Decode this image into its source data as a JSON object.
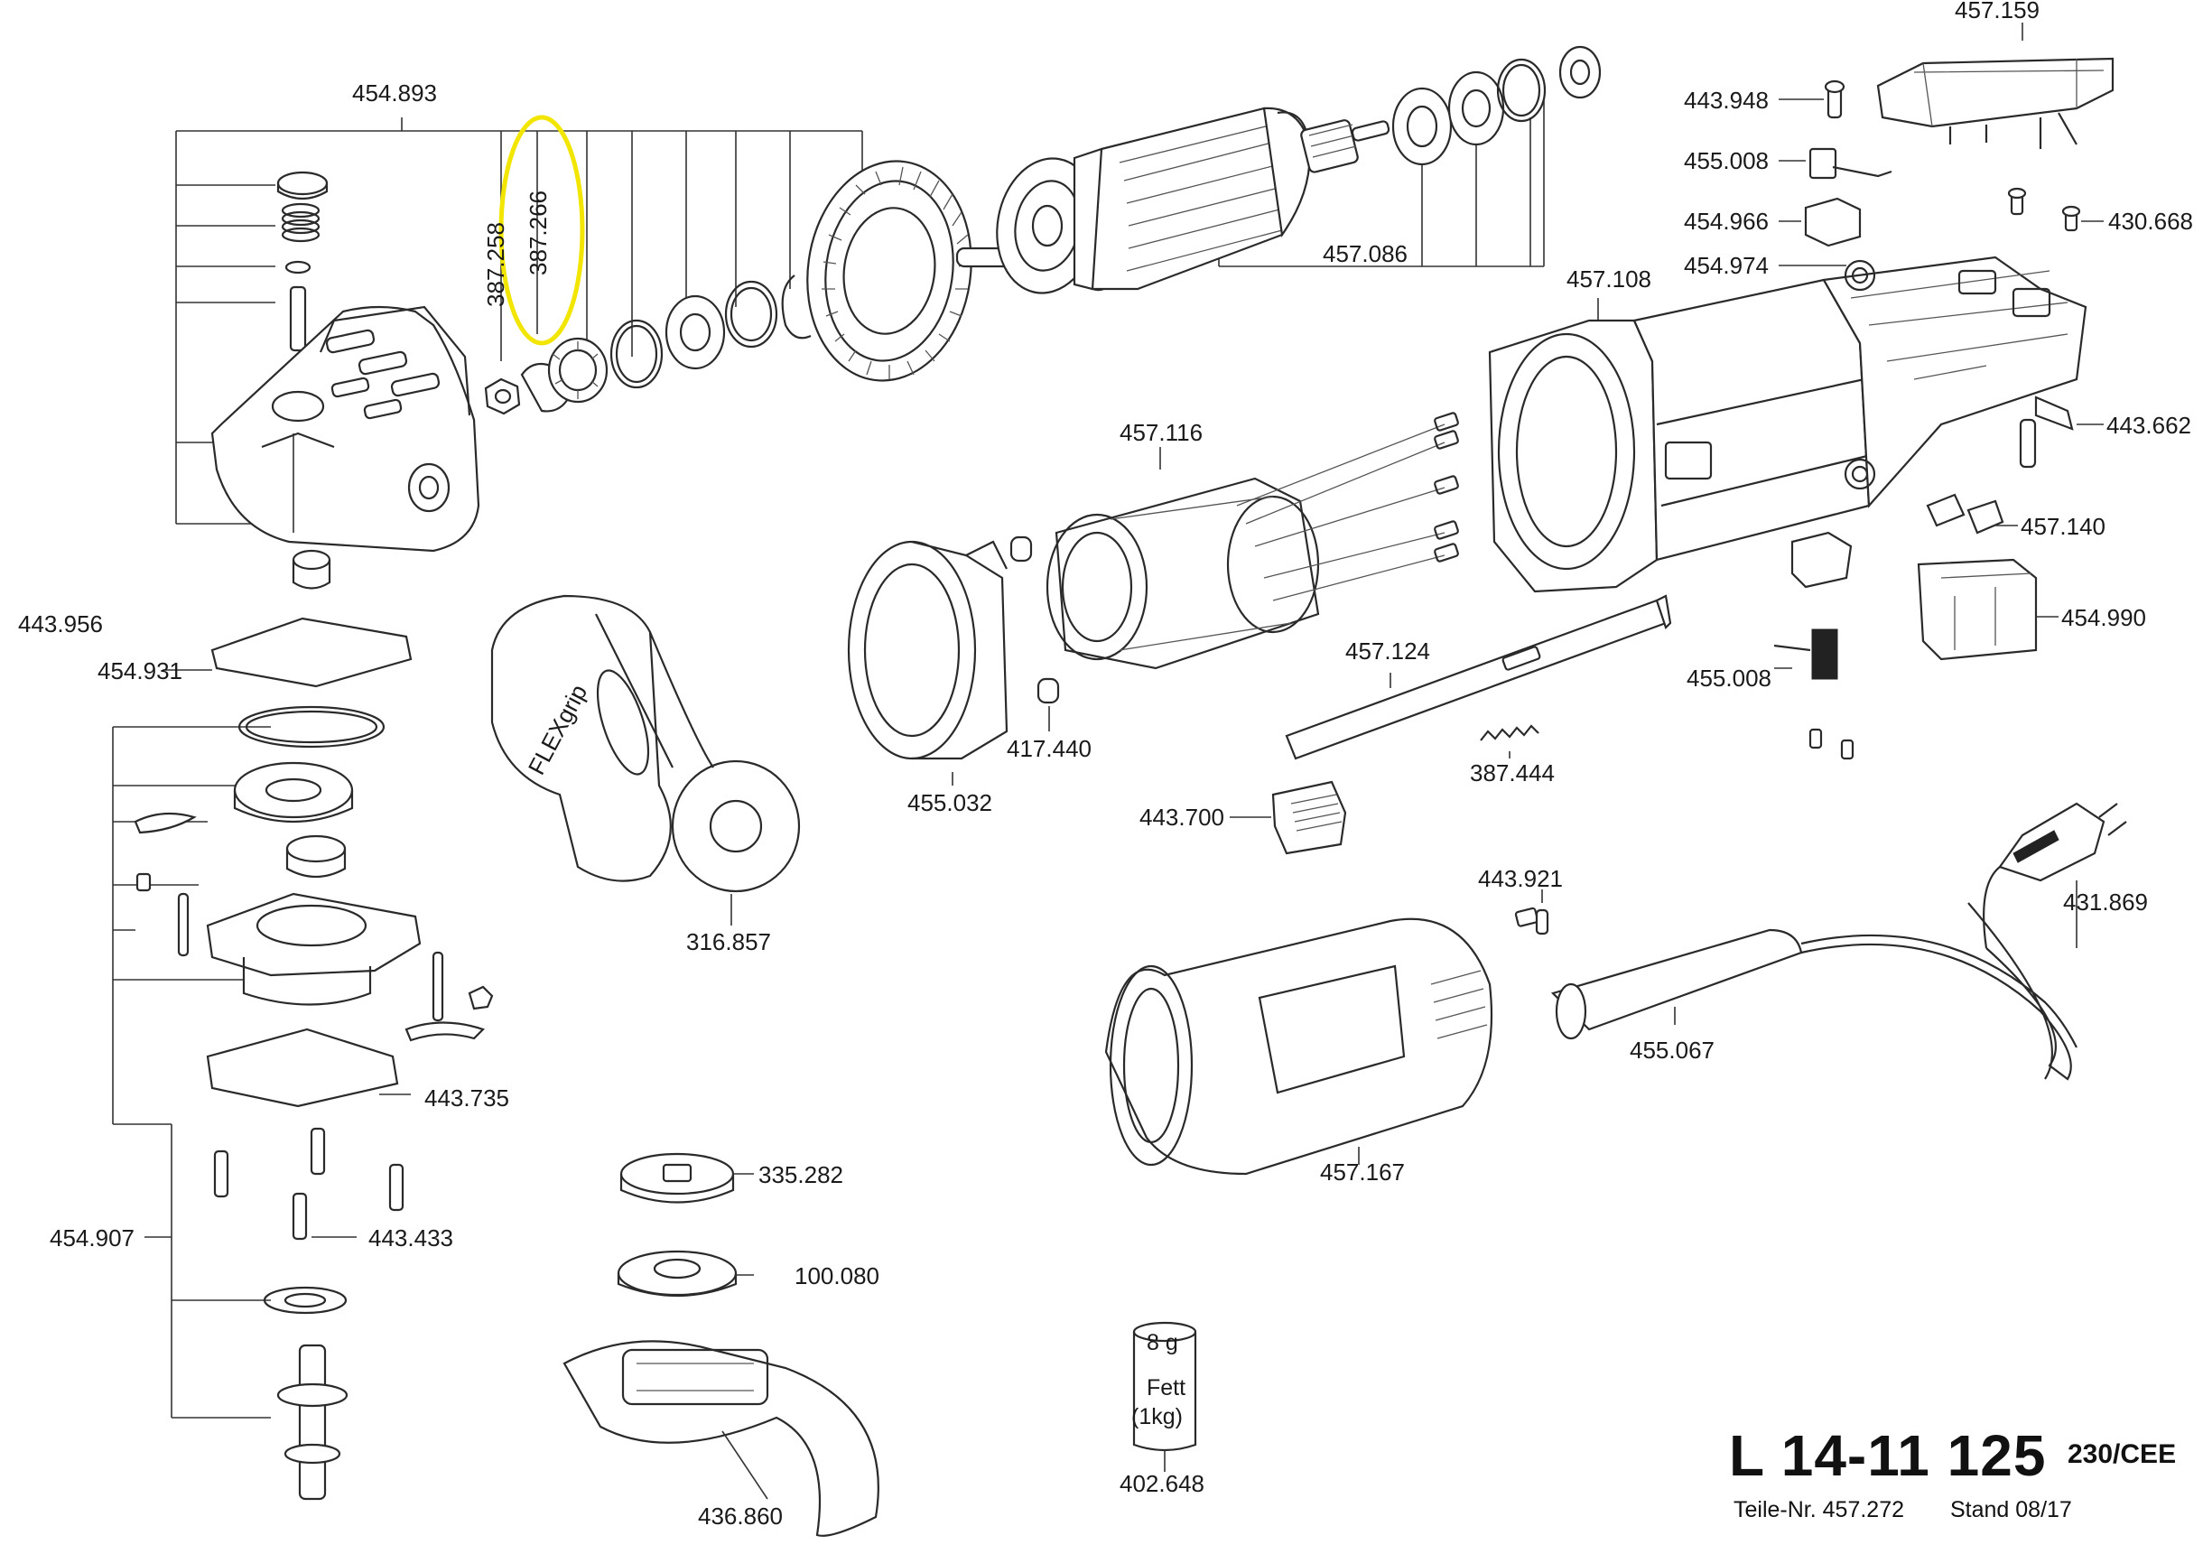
{
  "labels": {
    "p457159": "457.159",
    "p454893": "454.893",
    "p443948": "443.948",
    "p455008a": "455.008",
    "p454966": "454.966",
    "p430668": "430.668",
    "p454974": "454.974",
    "p457108": "457.108",
    "p457086": "457.086",
    "p387258": "387.258",
    "p387266": "387.266",
    "p457116": "457.116",
    "p443662": "443.662",
    "p457140": "457.140",
    "p454990": "454.990",
    "p443956": "443.956",
    "p454931": "454.931",
    "p457124": "457.124",
    "p455008b": "455.008",
    "p417440": "417.440",
    "p455032": "455.032",
    "p387444": "387.444",
    "p443700": "443.700",
    "p443921": "443.921",
    "p431869": "431.869",
    "p316857": "316.857",
    "p455067": "455.067",
    "p443735": "443.735",
    "p457167": "457.167",
    "p335282": "335.282",
    "p454907": "454.907",
    "p443433": "443.433",
    "p100080": "100.080",
    "p402648": "402.648",
    "p436860": "436.860"
  },
  "grease": {
    "amount": "8 g",
    "name": "Fett",
    "pack": "(1kg)"
  },
  "handle_text": "FLEXgrip",
  "title_block": {
    "model": "L 14-11 125",
    "variant": "230/CEE",
    "part_number": "Teile-Nr. 457.272",
    "revision": "Stand 08/17"
  },
  "colors": {
    "highlight": "#f2e600",
    "line": "#2a2a2a"
  }
}
